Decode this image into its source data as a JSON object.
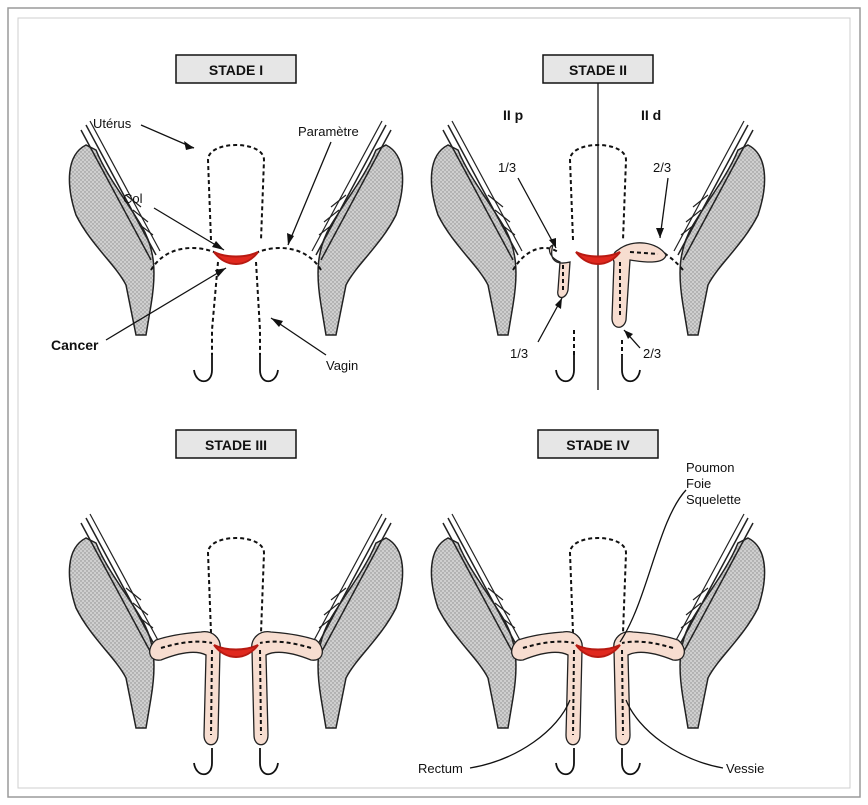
{
  "stages": [
    {
      "title": "STADE I"
    },
    {
      "title": "STADE II",
      "left_label": "II p",
      "right_label": "II d",
      "fractions": [
        "1/3",
        "2/3",
        "1/3",
        "2/3"
      ]
    },
    {
      "title": "STADE III"
    },
    {
      "title": "STADE IV"
    }
  ],
  "labels": {
    "uterus": "Utérus",
    "parametre": "Paramètre",
    "col": "Col",
    "cancer": "Cancer",
    "vagin": "Vagin",
    "poumon": "Poumon",
    "foie": "Foie",
    "squelette": "Squelette",
    "rectum": "Rectum",
    "vessie": "Vessie"
  },
  "colors": {
    "cancer": "#e0281e",
    "extension": "#f7ddd0",
    "bone": "#d6d6d6",
    "title_box": "#e6e6e6",
    "frame": "#9a9a9a"
  }
}
